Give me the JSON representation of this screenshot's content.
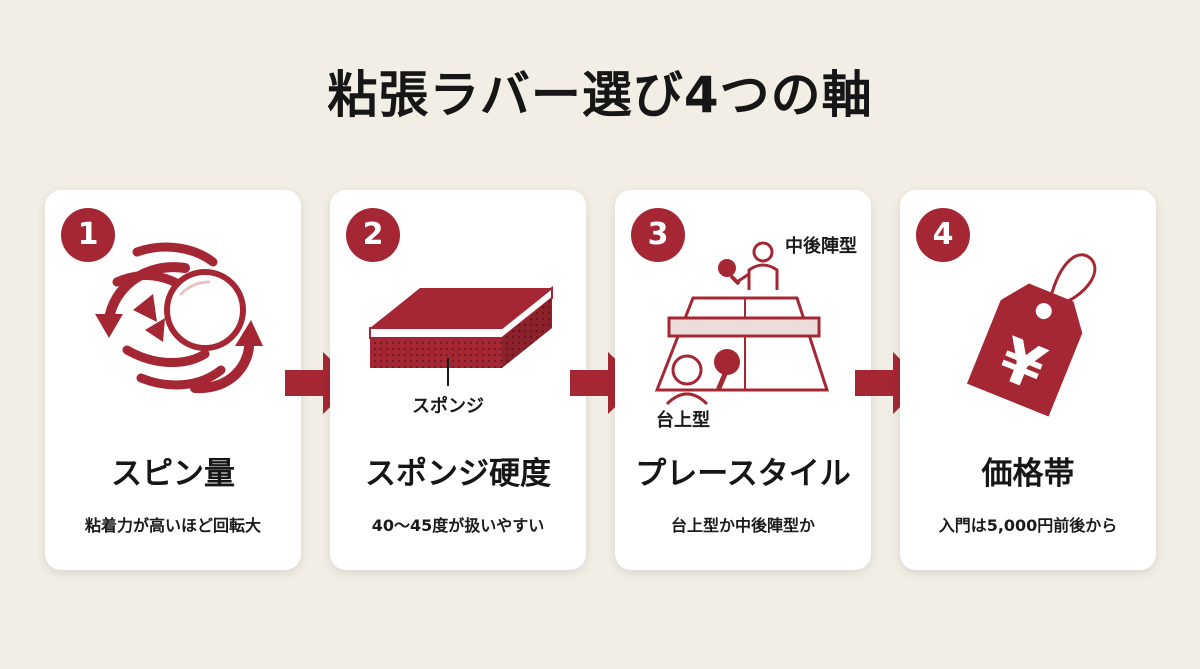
{
  "title": "粘張ラバー選び4つの軸",
  "colors": {
    "accent": "#a52733",
    "background": "#f2eee6",
    "card": "#ffffff"
  },
  "cards": [
    {
      "number": "1",
      "title": "スピン量",
      "description": "粘着力が高いほど回転大",
      "icon": "spinning-ball-icon",
      "image_labels": []
    },
    {
      "number": "2",
      "title": "スポンジ硬度",
      "description": "40〜45度が扱いやすい",
      "icon": "rubber-sponge-block-icon",
      "image_labels": [
        "スポンジ"
      ]
    },
    {
      "number": "3",
      "title": "プレースタイル",
      "description": "台上型か中後陣型か",
      "icon": "table-tennis-players-icon",
      "image_labels": [
        "中後陣型",
        "台上型"
      ]
    },
    {
      "number": "4",
      "title": "価格帯",
      "description": "入門は5,000円前後から",
      "icon": "yen-price-tag-icon",
      "image_labels": []
    }
  ]
}
